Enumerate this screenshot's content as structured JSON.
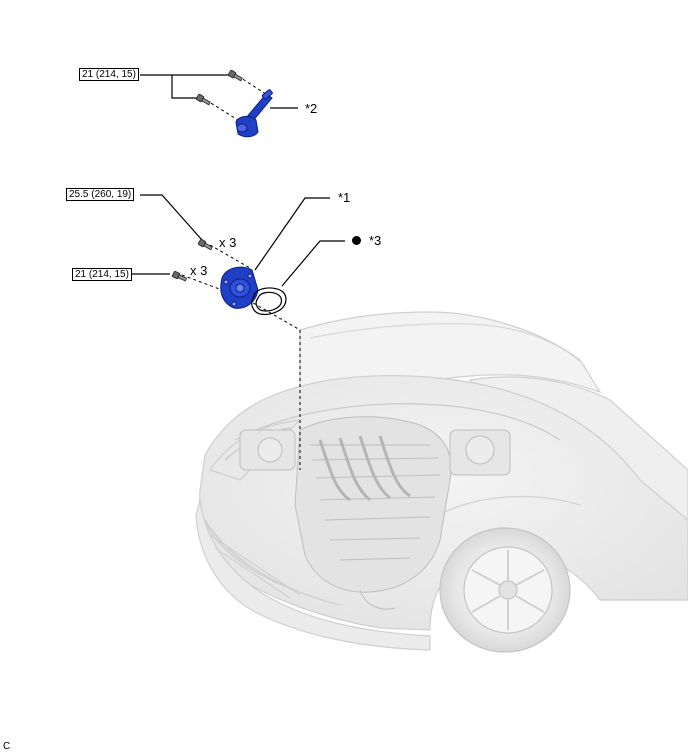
{
  "torque_specs": [
    {
      "id": "torque-top",
      "text": "21 (214, 15)"
    },
    {
      "id": "torque-mid",
      "text": "25.5 (260, 19)"
    },
    {
      "id": "torque-low",
      "text": "21 (214, 15)"
    }
  ],
  "callouts": {
    "part1": "*1",
    "part2": "*2",
    "part3": "*3"
  },
  "quantities": {
    "upper_bolts": "x 3",
    "lower_bolts": "x 3"
  },
  "corner_letter": "C",
  "colors": {
    "part_blue": "#1f3fc7",
    "car_gray": "#d9d9d9"
  }
}
